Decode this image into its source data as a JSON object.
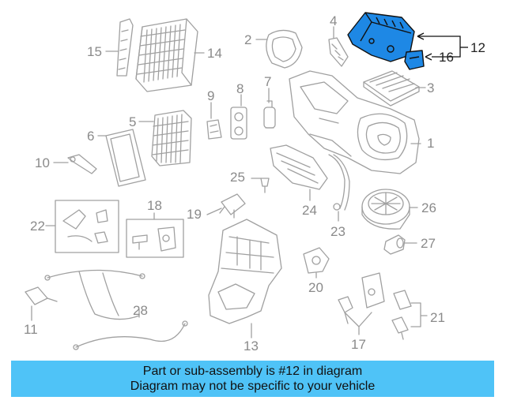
{
  "labels": [
    "1",
    "2",
    "3",
    "4",
    "5",
    "6",
    "7",
    "8",
    "9",
    "10",
    "11",
    "12",
    "13",
    "14",
    "15",
    "16",
    "17",
    "18",
    "19",
    "20",
    "21",
    "22",
    "23",
    "24",
    "25",
    "26",
    "27",
    "28"
  ],
  "highlight_parts": [
    "12",
    "16"
  ],
  "banner": {
    "line1": "Part or sub-assembly is #12 in diagram",
    "line2": "Diagram may not be specific to your vehicle",
    "color": "#4fc3f7"
  },
  "colors": {
    "line_art": "#a0a0a0",
    "highlight_fill": "#1e88e5",
    "highlight_outline": "#111111"
  }
}
